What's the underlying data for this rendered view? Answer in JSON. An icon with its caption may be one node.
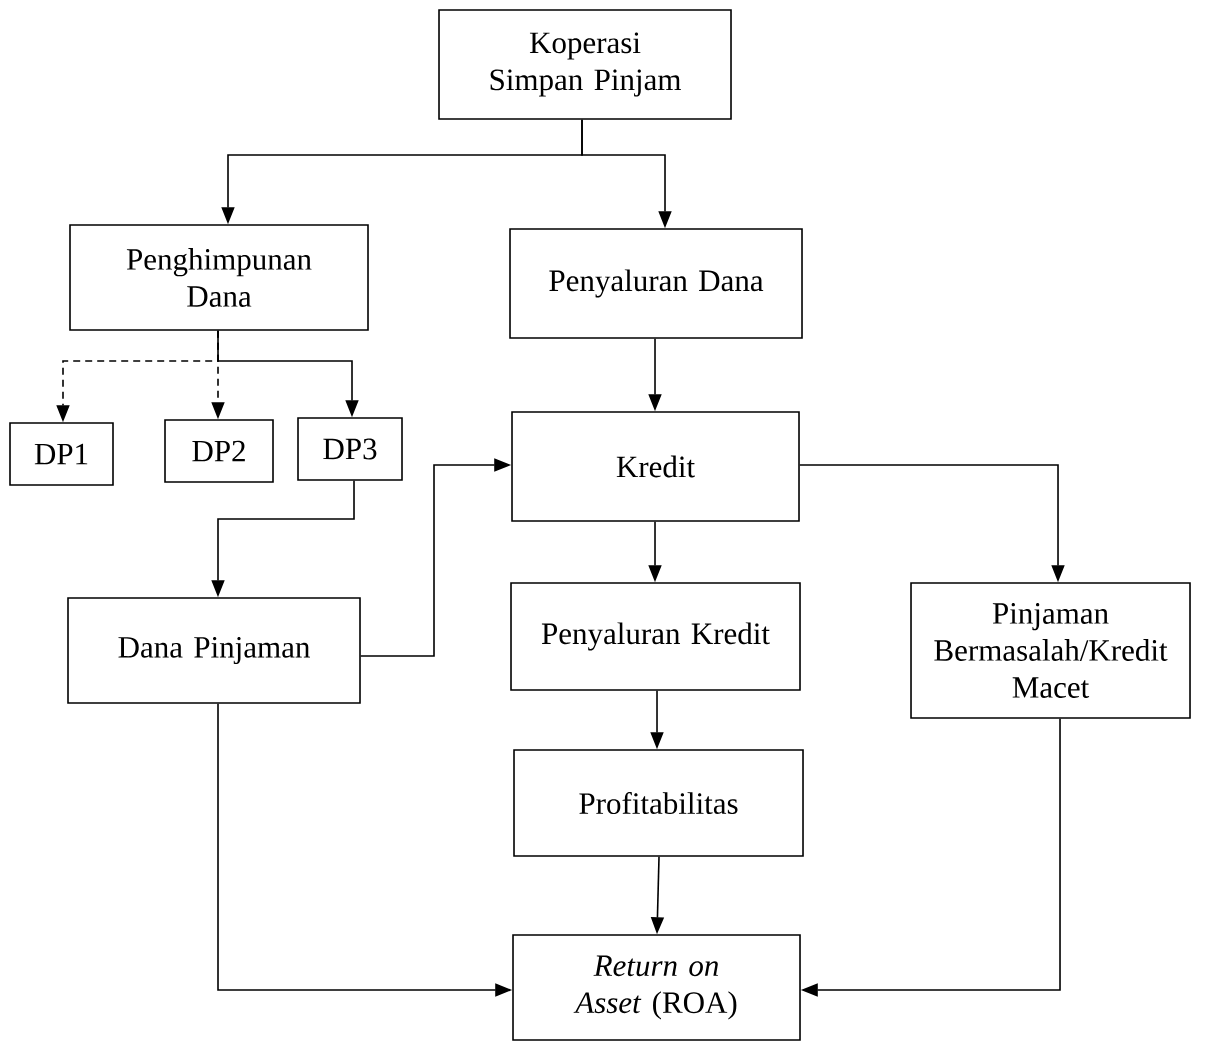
{
  "diagram": {
    "nodes": [
      {
        "text": [
          "Koperasi Simpan Pinjam"
        ]
      },
      {
        "text": [
          "Penghimpunan Dana"
        ]
      },
      {
        "text": [
          "Penyaluran Dana"
        ]
      },
      {
        "text": [
          "DP1"
        ]
      },
      {
        "text": [
          "DP2"
        ]
      },
      {
        "text": [
          "DP3"
        ]
      },
      {
        "text": [
          "Kredit"
        ]
      },
      {
        "text": [
          "Dana Pinjaman"
        ]
      },
      {
        "text": [
          "Penyaluran Kredit"
        ]
      },
      {
        "text": [
          "Pinjaman Bermasalah/Kredit Macet"
        ]
      },
      {
        "text": [
          "Profitabilitas"
        ]
      },
      {
        "text": [
          "*Return on Asset* (ROA)"
        ]
      }
    ],
    "edges": [
      {
        "from": 0,
        "to": 1,
        "arrow": "to"
      },
      {
        "from": 0,
        "to": 2,
        "arrow": "to"
      },
      {
        "from": 1,
        "to": 3,
        "arrow": "to",
        "style": "dashed"
      },
      {
        "from": 1,
        "to": 4,
        "arrow": "to",
        "style": "dashed"
      },
      {
        "from": 1,
        "to": 5,
        "arrow": "to"
      },
      {
        "from": 2,
        "to": 6,
        "arrow": "to"
      },
      {
        "from": 5,
        "to": 7,
        "arrow": "to"
      },
      {
        "from": 7,
        "to": 6,
        "arrow": "to"
      },
      {
        "from": 6,
        "to": 8,
        "arrow": "to"
      },
      {
        "from": 6,
        "to": 9,
        "arrow": "to"
      },
      {
        "from": 8,
        "to": 10,
        "arrow": "to"
      },
      {
        "from": 10,
        "to": 11,
        "arrow": "to"
      },
      {
        "from": 7,
        "to": 11,
        "arrow": "to"
      },
      {
        "from": 9,
        "to": 11,
        "arrow": "to"
      }
    ]
  }
}
